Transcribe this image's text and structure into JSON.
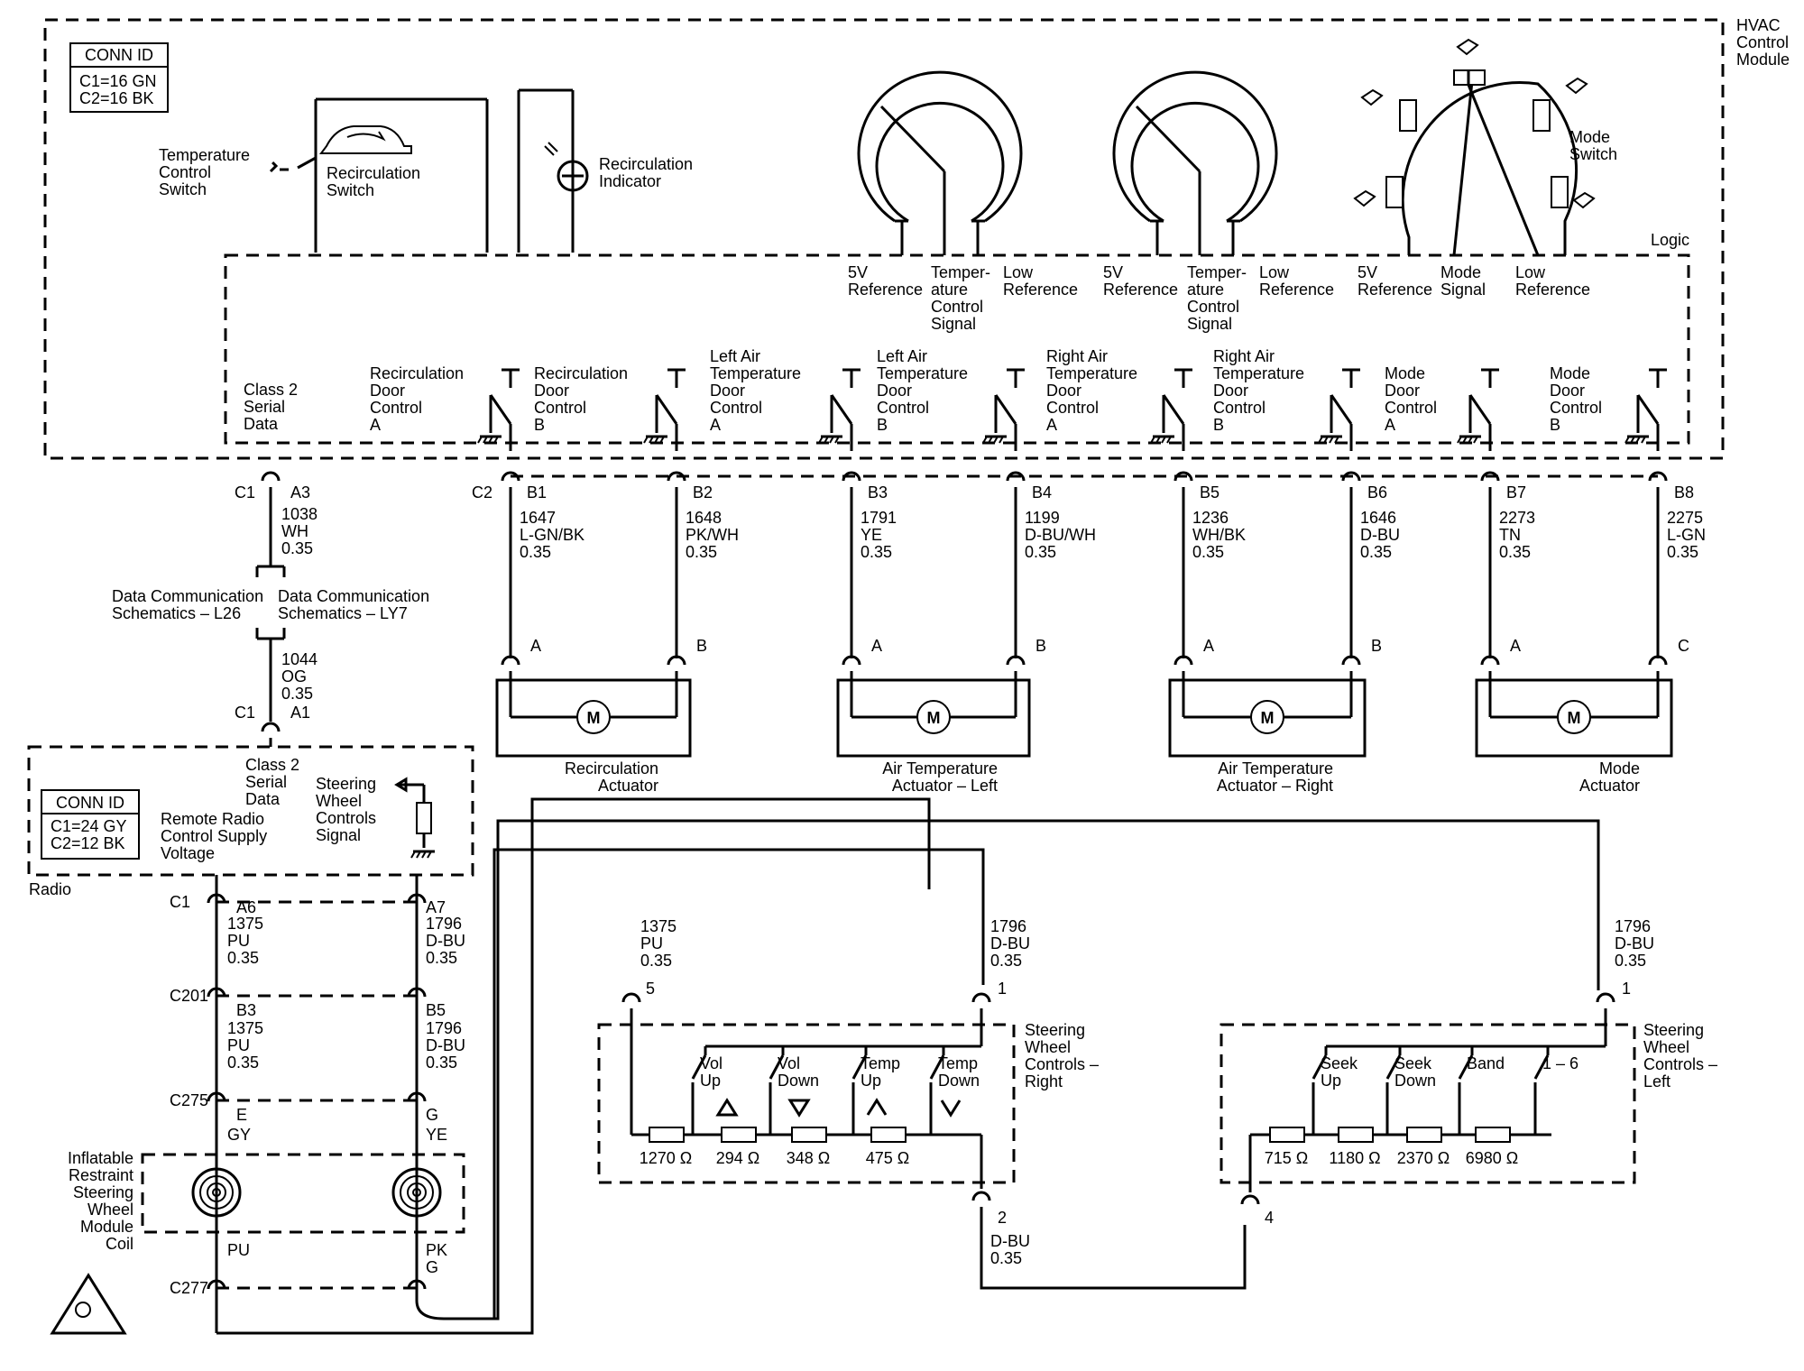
{
  "hvac": {
    "module_label": [
      "HVAC",
      "Control",
      "Module"
    ],
    "conn_id": {
      "title": "CONN ID",
      "l1": "C1=16 GN",
      "l2": "C2=16 BK"
    },
    "temp_control_switch": [
      "Temperature",
      "Control",
      "Switch"
    ],
    "recirc_switch": [
      "Recirculation",
      "Switch"
    ],
    "recirc_indicator": [
      "Recirculation",
      "Indicator"
    ],
    "logic": "Logic",
    "mode_switch": [
      "Mode",
      "Switch"
    ],
    "pin_labels": [
      [
        "5V",
        "Reference"
      ],
      [
        "Temper-",
        "ature",
        "Control",
        "Signal"
      ],
      [
        "Low",
        "Reference"
      ],
      [
        "5V",
        "Reference"
      ],
      [
        "Temper-",
        "ature",
        "Control",
        "Signal"
      ],
      [
        "Low",
        "Reference"
      ],
      [
        "5V",
        "Reference"
      ],
      [
        "Mode",
        "Signal"
      ],
      [
        "Low",
        "Reference"
      ]
    ],
    "class2": [
      "Class 2",
      "Serial",
      "Data"
    ],
    "door_controls": [
      [
        "Recirculation",
        "Door",
        "Control",
        "A"
      ],
      [
        "Recirculation",
        "Door",
        "Control",
        "B"
      ],
      [
        "Left Air",
        "Temperature",
        "Door",
        "Control",
        "A"
      ],
      [
        "Left Air",
        "Temperature",
        "Door",
        "Control",
        "B"
      ],
      [
        "Right Air",
        "Temperature",
        "Door",
        "Control",
        "A"
      ],
      [
        "Right Air",
        "Temperature",
        "Door",
        "Control",
        "B"
      ],
      [
        "Mode",
        "Door",
        "Control",
        "A"
      ],
      [
        "Mode",
        "Door",
        "Control",
        "B"
      ]
    ]
  },
  "wires_c2": {
    "connector": "C2",
    "pins": [
      {
        "pin": "B1",
        "circuit": "1647",
        "color": "L-GN/BK",
        "gauge": "0.35"
      },
      {
        "pin": "B2",
        "circuit": "1648",
        "color": "PK/WH",
        "gauge": "0.35"
      },
      {
        "pin": "B3",
        "circuit": "1791",
        "color": "YE",
        "gauge": "0.35"
      },
      {
        "pin": "B4",
        "circuit": "1199",
        "color": "D-BU/WH",
        "gauge": "0.35"
      },
      {
        "pin": "B5",
        "circuit": "1236",
        "color": "WH/BK",
        "gauge": "0.35"
      },
      {
        "pin": "B6",
        "circuit": "1646",
        "color": "D-BU",
        "gauge": "0.35"
      },
      {
        "pin": "B7",
        "circuit": "2273",
        "color": "TN",
        "gauge": "0.35"
      },
      {
        "pin": "B8",
        "circuit": "2275",
        "color": "L-GN",
        "gauge": "0.35"
      }
    ]
  },
  "actuators": [
    {
      "pins": [
        "A",
        "B"
      ],
      "motor": "M",
      "name": [
        "Recirculation",
        "Actuator"
      ]
    },
    {
      "pins": [
        "A",
        "B"
      ],
      "motor": "M",
      "name": [
        "Air Temperature",
        "Actuator – Left"
      ]
    },
    {
      "pins": [
        "A",
        "B"
      ],
      "motor": "M",
      "name": [
        "Air Temperature",
        "Actuator – Right"
      ]
    },
    {
      "pins": [
        "A",
        "C"
      ],
      "motor": "M",
      "name": [
        "Mode",
        "Actuator"
      ]
    }
  ],
  "data_link": {
    "c1_top": {
      "conn": "C1",
      "pin": "A3",
      "circuit": "1038",
      "color": "WH",
      "gauge": "0.35"
    },
    "ref_left": [
      "Data Communication",
      "Schematics – L26"
    ],
    "ref_right": [
      "Data Communication",
      "Schematics – LY7"
    ],
    "c1_bottom": {
      "conn": "C1",
      "pin": "A1",
      "circuit": "1044",
      "color": "OG",
      "gauge": "0.35"
    }
  },
  "radio": {
    "label": "Radio",
    "conn_id": {
      "title": "CONN ID",
      "l1": "C1=24 GY",
      "l2": "C2=12 BK"
    },
    "class2": [
      "Class 2",
      "Serial",
      "Data"
    ],
    "supply": [
      "Remote Radio",
      "Control Supply",
      "Voltage"
    ],
    "swc_signal": [
      "Steering",
      "Wheel",
      "Controls",
      "Signal"
    ]
  },
  "harness": {
    "c1": {
      "conn": "C1",
      "left": {
        "pin": "A6",
        "circuit": "1375",
        "color": "PU",
        "gauge": "0.35"
      },
      "right": {
        "pin": "A7",
        "circuit": "1796",
        "color": "D-BU",
        "gauge": "0.35"
      }
    },
    "c201": {
      "conn": "C201",
      "left": {
        "pin": "B3",
        "circuit": "1375",
        "color": "PU",
        "gauge": "0.35"
      },
      "right": {
        "pin": "B5",
        "circuit": "1796",
        "color": "D-BU",
        "gauge": "0.35"
      }
    },
    "c275": {
      "conn": "C275",
      "left": {
        "pin": "E",
        "color": "GY"
      },
      "right": {
        "pin": "G",
        "color": "YE"
      }
    },
    "coil": [
      "Inflatable",
      "Restraint",
      "Steering",
      "Wheel",
      "Module",
      "Coil"
    ],
    "c277": {
      "conn": "C277",
      "left": {
        "color": "PU"
      },
      "right": {
        "color": "PK",
        "pin": "G"
      }
    }
  },
  "swc_right": {
    "name": [
      "Steering",
      "Wheel",
      "Controls –",
      "Right"
    ],
    "top_left": {
      "circuit": "1375",
      "color": "PU",
      "gauge": "0.35",
      "pin": "5"
    },
    "top_right": {
      "circuit": "1796",
      "color": "D-BU",
      "gauge": "0.35",
      "pin": "1"
    },
    "buttons": [
      [
        "Vol",
        "Up"
      ],
      [
        "Vol",
        "Down"
      ],
      [
        "Temp",
        "Up"
      ],
      [
        "Temp",
        "Down"
      ]
    ],
    "resistors": [
      "1270 Ω",
      "294 Ω",
      "348 Ω",
      "475 Ω"
    ],
    "bottom": {
      "pin": "2",
      "color": "D-BU",
      "gauge": "0.35"
    }
  },
  "swc_left": {
    "name": [
      "Steering",
      "Wheel",
      "Controls –",
      "Left"
    ],
    "top": {
      "circuit": "1796",
      "color": "D-BU",
      "gauge": "0.35",
      "pin": "1"
    },
    "buttons": [
      [
        "Seek",
        "Up"
      ],
      [
        "Seek",
        "Down"
      ],
      [
        "Band"
      ],
      [
        "1 – 6"
      ]
    ],
    "resistors": [
      "715 Ω",
      "1180 Ω",
      "2370 Ω",
      "6980 Ω"
    ],
    "bottom": {
      "pin": "4"
    }
  }
}
